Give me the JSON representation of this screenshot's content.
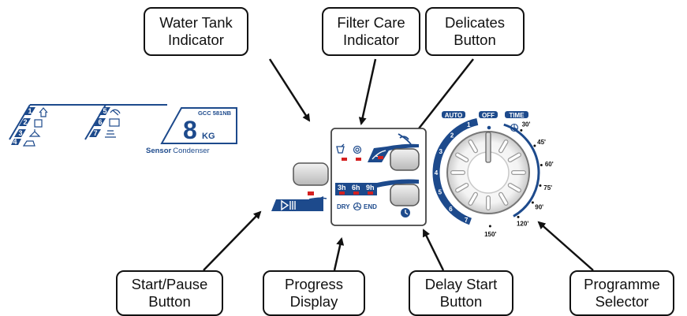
{
  "callouts": {
    "water_tank": [
      "Water Tank",
      "Indicator"
    ],
    "filter_care": [
      "Filter Care",
      "Indicator"
    ],
    "delicates": [
      "Delicates",
      "Button"
    ],
    "start_pause": [
      "Start/Pause",
      "Button"
    ],
    "progress_display": [
      "Progress",
      "Display"
    ],
    "delay_start": [
      "Delay Start",
      "Button"
    ],
    "programme_selector": [
      "Programme",
      "Selector"
    ]
  },
  "badge": {
    "model": "GCC 581NB",
    "capacity_number": "8",
    "capacity_unit": "KG",
    "brand_bold": "Sensor",
    "brand_rest": "Condenser"
  },
  "programme_list": {
    "numbers": [
      "1",
      "2",
      "3",
      "4",
      "5",
      "6",
      "7"
    ]
  },
  "progress": {
    "delay_options": [
      "3h",
      "6h",
      "9h"
    ],
    "stage_dry": "DRY",
    "stage_end": "END"
  },
  "dial": {
    "auto_label": "AUTO",
    "off_label": "OFF",
    "time_label": "TIME",
    "auto_numbers": [
      "1",
      "2",
      "3",
      "4",
      "5",
      "6",
      "7"
    ],
    "time_labels": [
      "30'",
      "45'",
      "60'",
      "75'",
      "90'",
      "120'",
      "150'"
    ]
  },
  "colors": {
    "brand_blue": "#1d4a8c",
    "indicator_red": "#d42020",
    "outline": "#111111"
  },
  "icons": [
    "wardrobe-icon",
    "shirt-icon",
    "hanger-icon",
    "iron-icon",
    "wool-icon",
    "rack-icon",
    "towel-icon",
    "water-tank-icon",
    "filter-icon",
    "feather-icon",
    "play-pause-icon",
    "fan-icon",
    "clock-icon"
  ]
}
